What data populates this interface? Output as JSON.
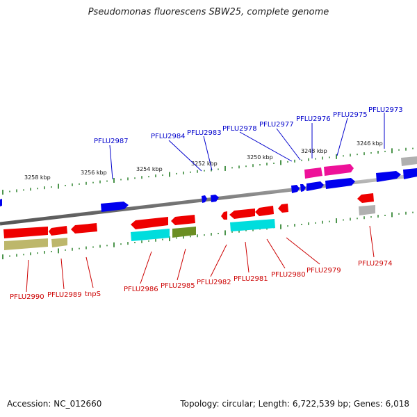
{
  "title": "Pseudomonas fluorescens SBW25, complete genome",
  "accession": "Accession: NC_012660",
  "summary": "Topology: circular; Length: 6,722,539 bp; Genes: 6,018",
  "colors": {
    "background": "#ffffff",
    "backbone": "#8a8a8a",
    "tick": "#1e7a1e",
    "gene_blue": "#0000ee",
    "gene_red": "#ee0000",
    "gene_magenta": "#ee1199",
    "gene_cyan": "#00dddd",
    "gene_khaki": "#bdb76b",
    "gene_olive": "#6b8e23",
    "gene_gray": "#b0b0b0",
    "label_top": "#0000cc",
    "label_bottom": "#cc0000"
  },
  "kbp_labels": [
    "3258 kbp",
    "3256 kbp",
    "3254 kbp",
    "3252 kbp",
    "3250 kbp",
    "3248 kbp",
    "3246 kbp"
  ],
  "top_labels": [
    "PFLU2987",
    "PFLU2984",
    "PFLU2983",
    "PFLU2978",
    "PFLU2977",
    "PFLU2976",
    "PFLU2975",
    "PFLU2973"
  ],
  "bottom_labels": [
    "PFLU2990",
    "PFLU2989",
    "tnpS",
    "PFLU2986",
    "PFLU2985",
    "PFLU2982",
    "PFLU2981",
    "PFLU2980",
    "PFLU2979",
    "PFLU2974"
  ]
}
